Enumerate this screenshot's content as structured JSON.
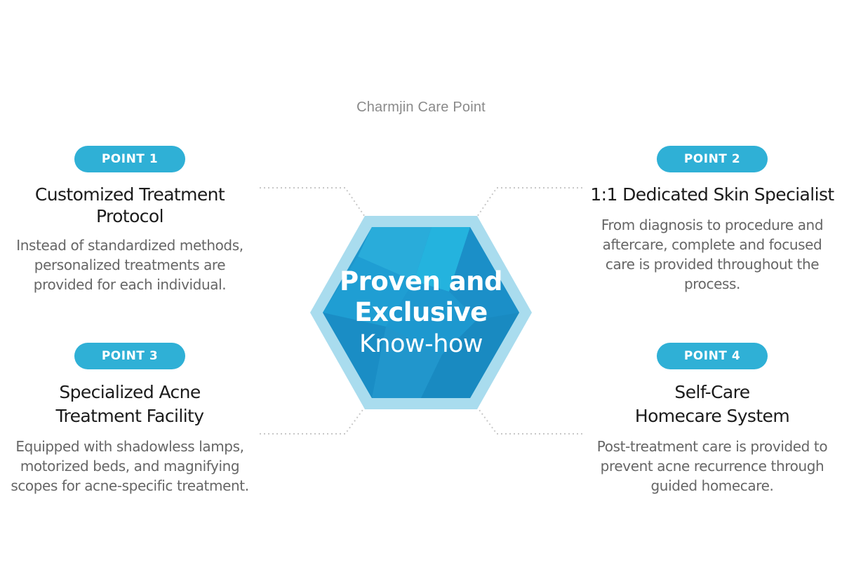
{
  "heading": "Charmjin Care Point",
  "center": {
    "line1": "Proven and",
    "line2": "Exclusive",
    "line3": "Know-how"
  },
  "colors": {
    "badge": "#2fb0d6",
    "hex_outer": "#a9dcee",
    "hex_inner": "#1e96cc",
    "connector": "#c8c8c8"
  },
  "points": [
    {
      "badge": "POINT 1",
      "title_lines": [
        "Customized Treatment",
        "Protocol"
      ],
      "desc_lines": [
        "Instead of standardized methods,",
        "personalized treatments are",
        "provided for each individual."
      ]
    },
    {
      "badge": "POINT 2",
      "title_lines": [
        "1:1 Dedicated Skin Specialist"
      ],
      "desc_lines": [
        "From diagnosis to procedure and",
        "aftercare, complete and focused",
        "care is provided throughout the",
        "process."
      ]
    },
    {
      "badge": "POINT 3",
      "title_lines": [
        "Specialized Acne",
        "Treatment Facility"
      ],
      "desc_lines": [
        "Equipped with shadowless lamps,",
        "motorized beds, and magnifying",
        "scopes for acne-specific treatment."
      ]
    },
    {
      "badge": "POINT 4",
      "title_lines": [
        "Self-Care",
        "Homecare System"
      ],
      "desc_lines": [
        "Post-treatment care is provided to",
        "prevent acne recurrence through",
        "guided homecare."
      ]
    }
  ]
}
